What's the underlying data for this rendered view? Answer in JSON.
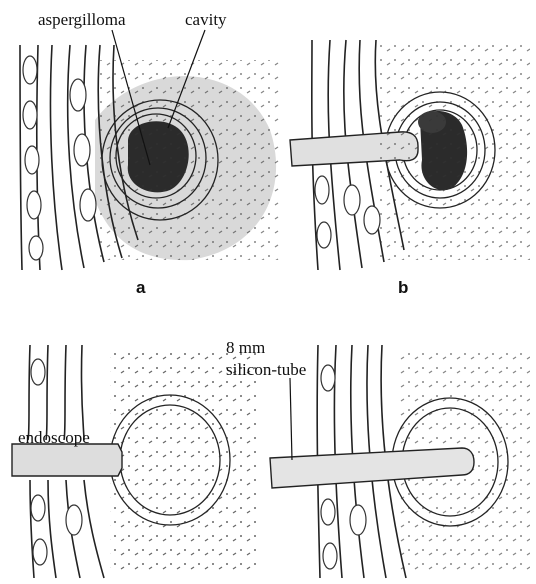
{
  "labels": {
    "aspergilloma": "aspergilloma",
    "cavity": "cavity",
    "endoscope": "endoscope",
    "tube_size": "8 mm",
    "tube_name": "silicon-tube"
  },
  "panel_letters": {
    "a": "a",
    "b": "b"
  }
}
